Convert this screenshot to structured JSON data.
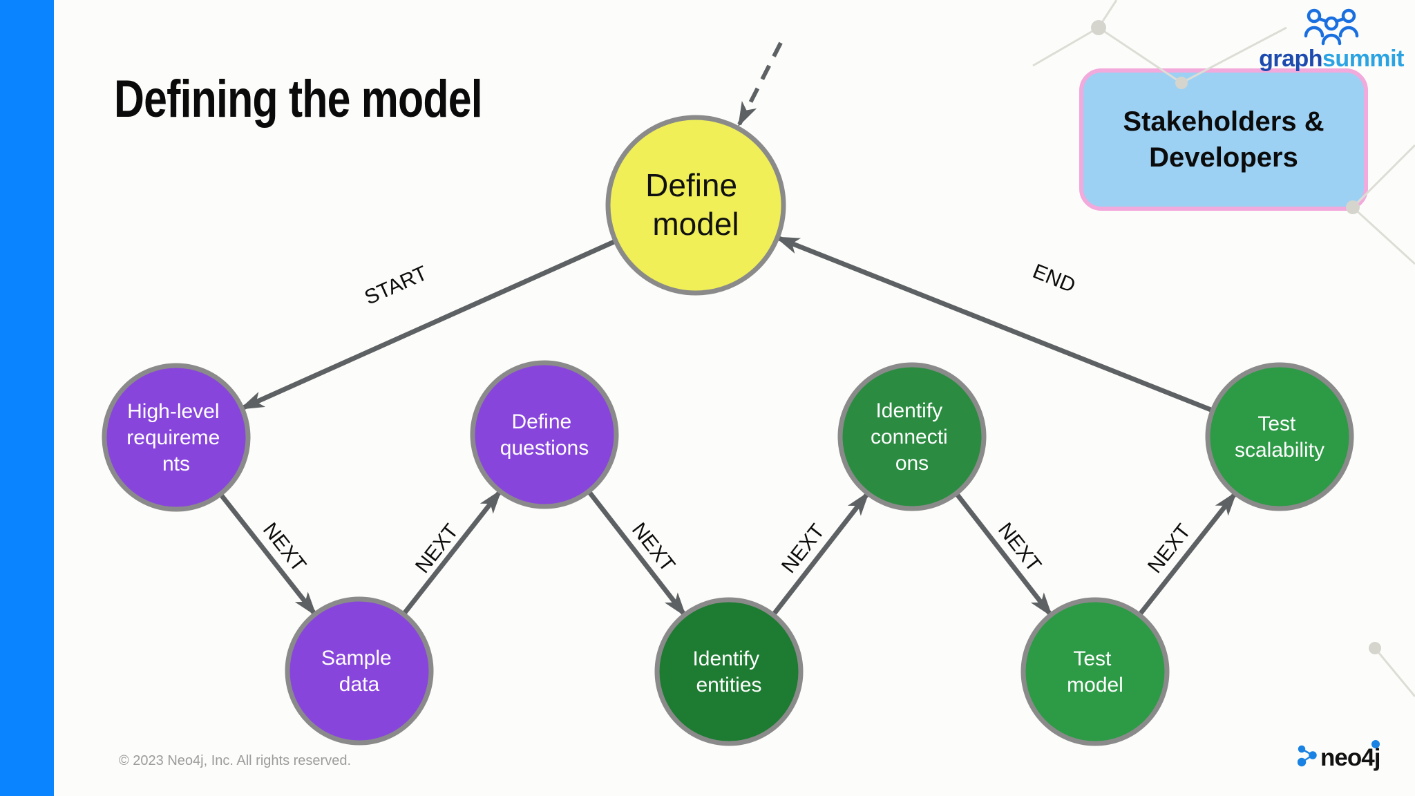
{
  "slide": {
    "title": "Defining the model",
    "footer": "© 2023 Neo4j, Inc. All rights reserved.",
    "accent_bar_color": "#0A85FF",
    "background_color": "#FCFDFA"
  },
  "badge": {
    "label": "Stakeholders & Developers",
    "fill_color": "#9DD1F3",
    "border_color": "#F2A9DB"
  },
  "logos": {
    "graphsummit": {
      "word_part1": "graph",
      "word_part2": "summit",
      "part1_color": "#1C4AAE",
      "part2_color": "#2BA3E3",
      "icon_color": "#1A6FE0"
    },
    "neo4j": {
      "text": "neo4j",
      "glyph_color": "#1A82E2"
    }
  },
  "diagram": {
    "node_border_color": "#8A8A8A",
    "edge_color": "#5E6163",
    "entry_arrow_style": "dashed",
    "nodes": [
      {
        "id": "define-model",
        "label": "Define model",
        "lines": [
          "Define",
          "model"
        ],
        "fill": "#F0EF58",
        "text_color": "#101010"
      },
      {
        "id": "high-level-requirements",
        "label": "High-level requirements",
        "lines": [
          "High-level",
          "requireme",
          "nts"
        ],
        "fill": "#8845DC",
        "text_color": "#FFFFFF"
      },
      {
        "id": "sample-data",
        "label": "Sample data",
        "lines": [
          "Sample",
          "data"
        ],
        "fill": "#8845DC",
        "text_color": "#FFFFFF"
      },
      {
        "id": "define-questions",
        "label": "Define questions",
        "lines": [
          "Define",
          "questions"
        ],
        "fill": "#8845DC",
        "text_color": "#FFFFFF"
      },
      {
        "id": "identify-entities",
        "label": "Identify entities",
        "lines": [
          "Identify",
          "entities"
        ],
        "fill": "#1E7B32",
        "text_color": "#FFFFFF"
      },
      {
        "id": "identify-connections",
        "label": "Identify connections",
        "lines": [
          "Identify",
          "connecti",
          "ons"
        ],
        "fill": "#2B8C41",
        "text_color": "#FFFFFF"
      },
      {
        "id": "test-model",
        "label": "Test model",
        "lines": [
          "Test",
          "model"
        ],
        "fill": "#2D9A46",
        "text_color": "#FFFFFF"
      },
      {
        "id": "test-scalability",
        "label": "Test scalability",
        "lines": [
          "Test",
          "scalability"
        ],
        "fill": "#2D9A46",
        "text_color": "#FFFFFF"
      }
    ],
    "edges": [
      {
        "label": "START",
        "from": "define-model",
        "to": "high-level-requirements"
      },
      {
        "label": "NEXT",
        "from": "high-level-requirements",
        "to": "sample-data"
      },
      {
        "label": "NEXT",
        "from": "sample-data",
        "to": "define-questions"
      },
      {
        "label": "NEXT",
        "from": "define-questions",
        "to": "identify-entities"
      },
      {
        "label": "NEXT",
        "from": "identify-entities",
        "to": "identify-connections"
      },
      {
        "label": "NEXT",
        "from": "identify-connections",
        "to": "test-model"
      },
      {
        "label": "NEXT",
        "from": "test-model",
        "to": "test-scalability"
      },
      {
        "label": "END",
        "from": "test-scalability",
        "to": "define-model"
      }
    ]
  }
}
